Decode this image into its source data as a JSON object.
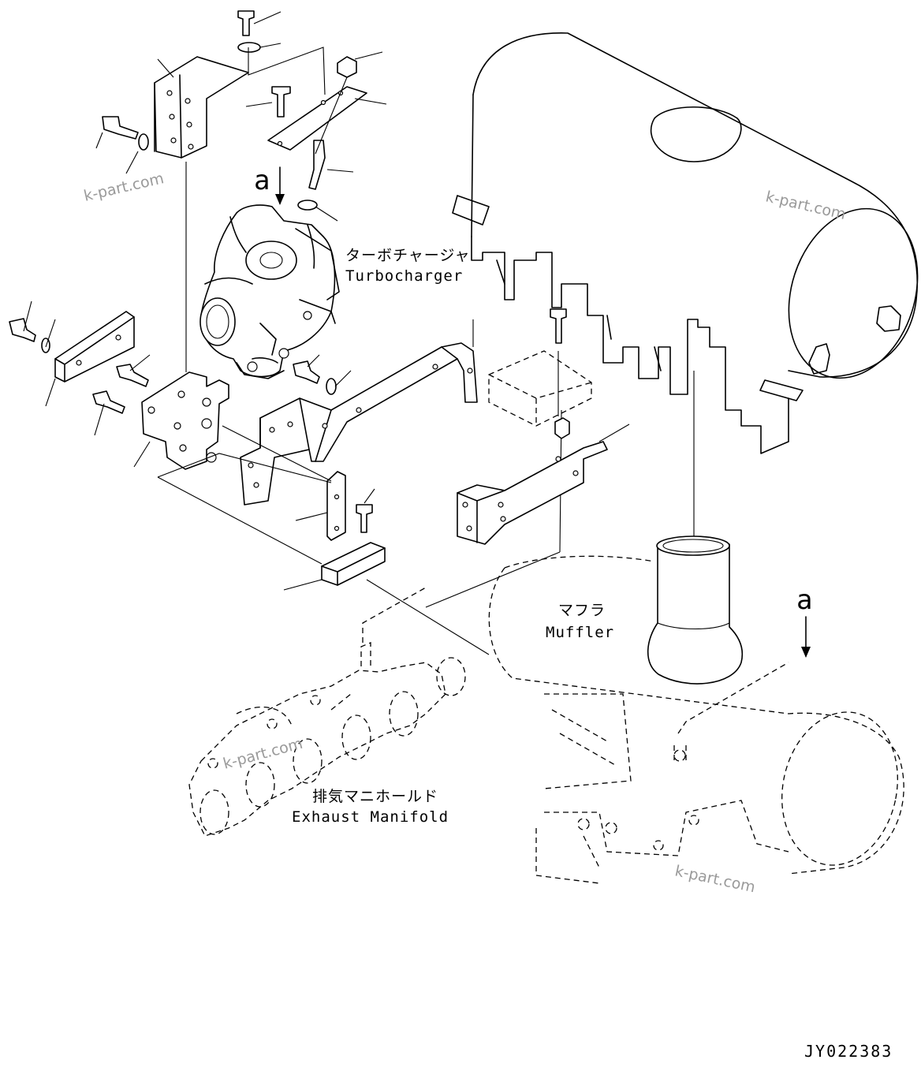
{
  "labels": {
    "turbocharger_jp": "ターボチャージャ",
    "turbocharger_en": "Turbocharger",
    "muffler_jp": "マフラ",
    "muffler_en": "Muffler",
    "exhaust_manifold_jp": "排気マニホールド",
    "exhaust_manifold_en": "Exhaust Manifold"
  },
  "view_refs": {
    "top": "a",
    "right": "a"
  },
  "watermarks": [
    "k-part.com",
    "k-part.com",
    "k-part.com",
    "k-part.com"
  ],
  "drawing_code": "JY022383"
}
